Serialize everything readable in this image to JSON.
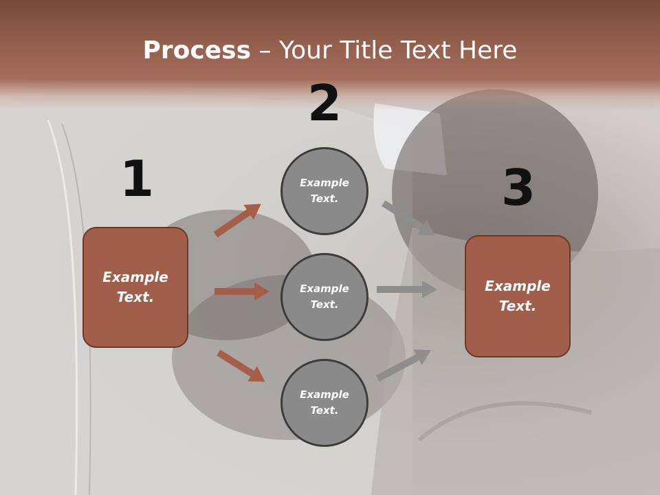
{
  "title": {
    "bold": "Process",
    "rest": " – Your Title Text Here"
  },
  "steps": {
    "one": "1",
    "two": "2",
    "three": "3"
  },
  "left_box": {
    "text": "Example\nText."
  },
  "right_box": {
    "text": "Example\nText."
  },
  "circles": [
    {
      "text": "Example\nText."
    },
    {
      "text": "Example\nText."
    },
    {
      "text": "Example\nText."
    }
  ],
  "colors": {
    "header": "#935e4c",
    "box_fill": "#a15e4a",
    "box_border": "#6e3626",
    "circle_fill": "#8a8a8a",
    "circle_border": "#3c3c3c",
    "arrow_brown": "#a65e48",
    "arrow_gray": "#8e8e8e"
  }
}
